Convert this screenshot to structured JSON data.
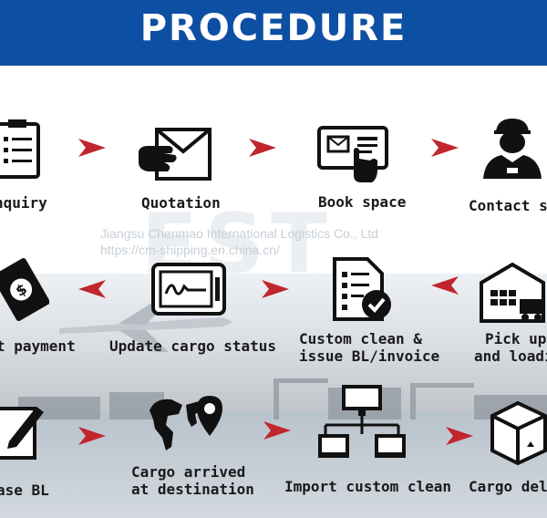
{
  "banner": {
    "title": "PROCEDURE"
  },
  "watermark": {
    "logo_text": "EST",
    "line1": "Jiangsu Chenmao International Logistics Co., Ltd",
    "line2": "https://cm-shipping.en.china.cn/"
  },
  "steps": {
    "inquiry": "nquiry",
    "quotation": "Quotation",
    "book_space": "Book space",
    "contact": "Contact su",
    "payment": "t payment",
    "update_cargo": "Update cargo status",
    "custom_clean_line1": "Custom clean &",
    "custom_clean_line2": "issue BL/invoice",
    "pickup_line1": "Pick up",
    "pickup_line2": "and loadin",
    "release_bl": "ase BL",
    "cargo_arrived_line1": "Cargo arrived",
    "cargo_arrived_line2": "at destination",
    "import_custom": "Import custom clean",
    "cargo_delivery": "Cargo deli"
  },
  "colors": {
    "banner": "#0d4fa3",
    "arrow": "#c0262c",
    "ink": "#1a1a1a"
  }
}
